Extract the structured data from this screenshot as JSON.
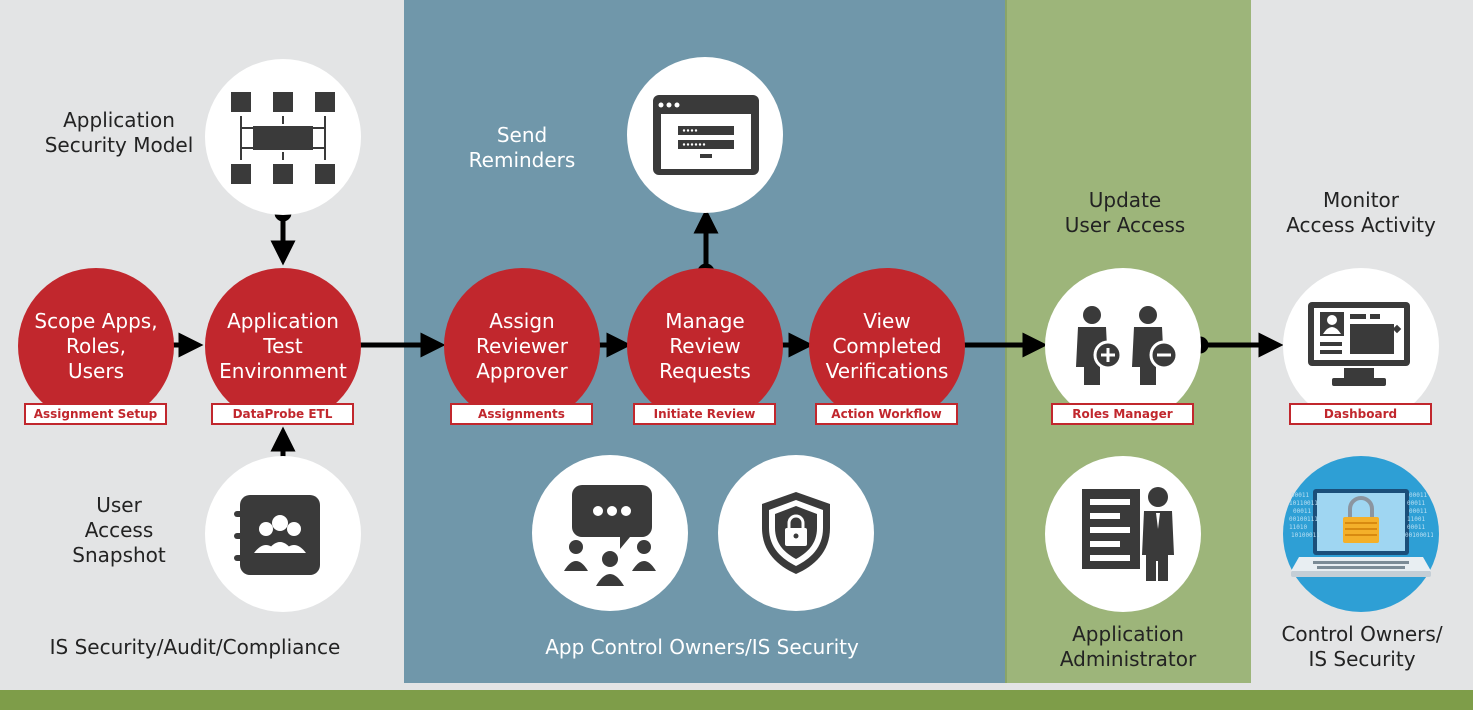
{
  "panels": [
    {
      "id": "is-security",
      "footer": "IS Security/Audit/Compliance"
    },
    {
      "id": "app-control",
      "footer": "App Control Owners/IS Security"
    },
    {
      "id": "app-admin",
      "footer": "Application\nAdministrator"
    },
    {
      "id": "control-owners",
      "footer": "Control Owners/\nIS Security"
    }
  ],
  "labels": {
    "security_model": "Application\nSecurity Model",
    "user_access_snapshot": "User\nAccess\nSnapshot",
    "send_reminders": "Send\nReminders",
    "update_user_access": "Update\nUser Access",
    "monitor_access": "Monitor\nAccess Activity"
  },
  "steps": [
    {
      "title": "Scope Apps,\nRoles,\nUsers",
      "tag": "Assignment Setup"
    },
    {
      "title": "Application\nTest\nEnvironment",
      "tag": "DataProbe ETL"
    },
    {
      "title": "Assign\nReviewer\nApprover",
      "tag": "Assignments"
    },
    {
      "title": "Manage\nReview\nRequests",
      "tag": "Initiate Review"
    },
    {
      "title": "View\nCompleted\nVerifications",
      "tag": "Action Workflow"
    }
  ],
  "tools": [
    {
      "tag": "Roles Manager"
    },
    {
      "tag": "Dashboard"
    }
  ],
  "colors": {
    "red": "#c1272d",
    "gray_panel": "#e3e4e5",
    "blue_panel": "#7097aa",
    "green_panel": "#9db57a",
    "dark_icon": "#3a3a3a"
  }
}
